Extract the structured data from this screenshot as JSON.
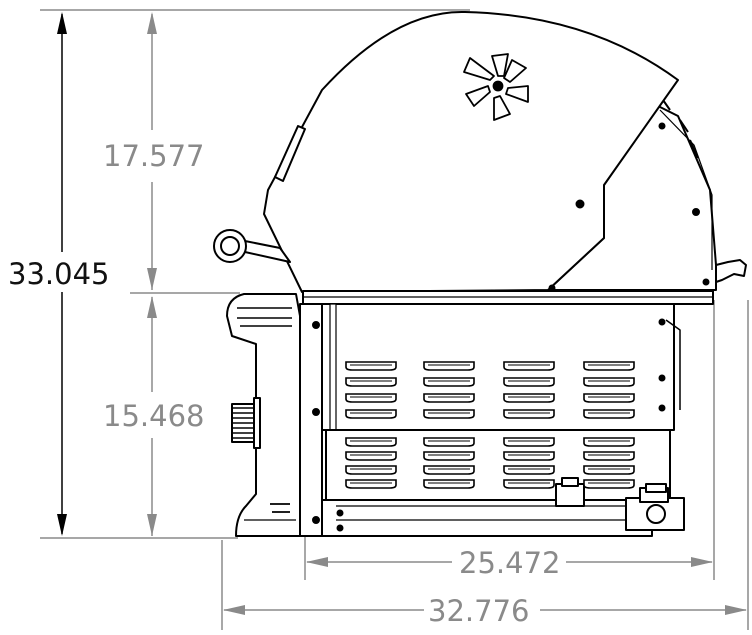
{
  "dimensions": {
    "total_height": "33.045",
    "lid_height": "17.577",
    "base_height": "15.468",
    "body_width": "25.472",
    "total_width": "32.776"
  },
  "colors": {
    "outline": "#000000",
    "dimension_major": "#111111",
    "dimension_minor": "#8a8a8a"
  }
}
